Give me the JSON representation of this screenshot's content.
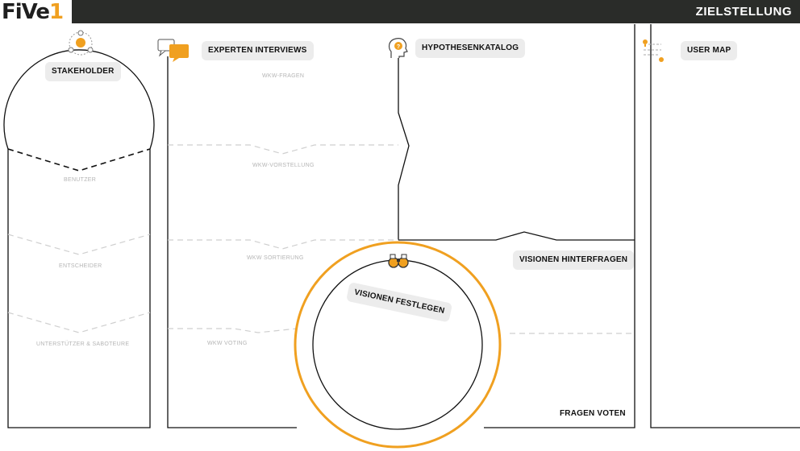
{
  "logo": {
    "text_main": "FiVe",
    "text_accent": "1"
  },
  "header": {
    "title": "ZIELSTELLUNG"
  },
  "colors": {
    "accent": "#f0a020",
    "bar": "#2a2c29",
    "line": "#111111",
    "dashed": "#c8c8c8",
    "pill": "#ececec"
  },
  "sections": {
    "stakeholder": {
      "label": "STAKEHOLDER",
      "icon": "stakeholder-network-icon"
    },
    "experten": {
      "label": "EXPERTEN INTERVIEWS",
      "icon": "speech-bubbles-icon"
    },
    "hypothesen": {
      "label": "HYPOTHESENKATALOG",
      "icon": "head-question-icon"
    },
    "usermap": {
      "label": "USER MAP",
      "icon": "map-pin-route-icon"
    },
    "visionen_festlegen": {
      "label": "VISIONEN FESTLEGEN",
      "icon": "binoculars-icon"
    },
    "visionen_hinterfragen": {
      "label": "VISIONEN HINTERFRAGEN"
    },
    "fragen_voten": {
      "label": "FRAGEN VOTEN"
    }
  },
  "stakeholder_rows": [
    "BENUTZER",
    "ENTSCHEIDER",
    "UNTERSTÜTZER & SABOTEURE"
  ],
  "interview_rows": [
    "WKW-FRAGEN",
    "WKW-VORSTELLUNG",
    "WKW SORTIERUNG",
    "WKW VOTING"
  ]
}
